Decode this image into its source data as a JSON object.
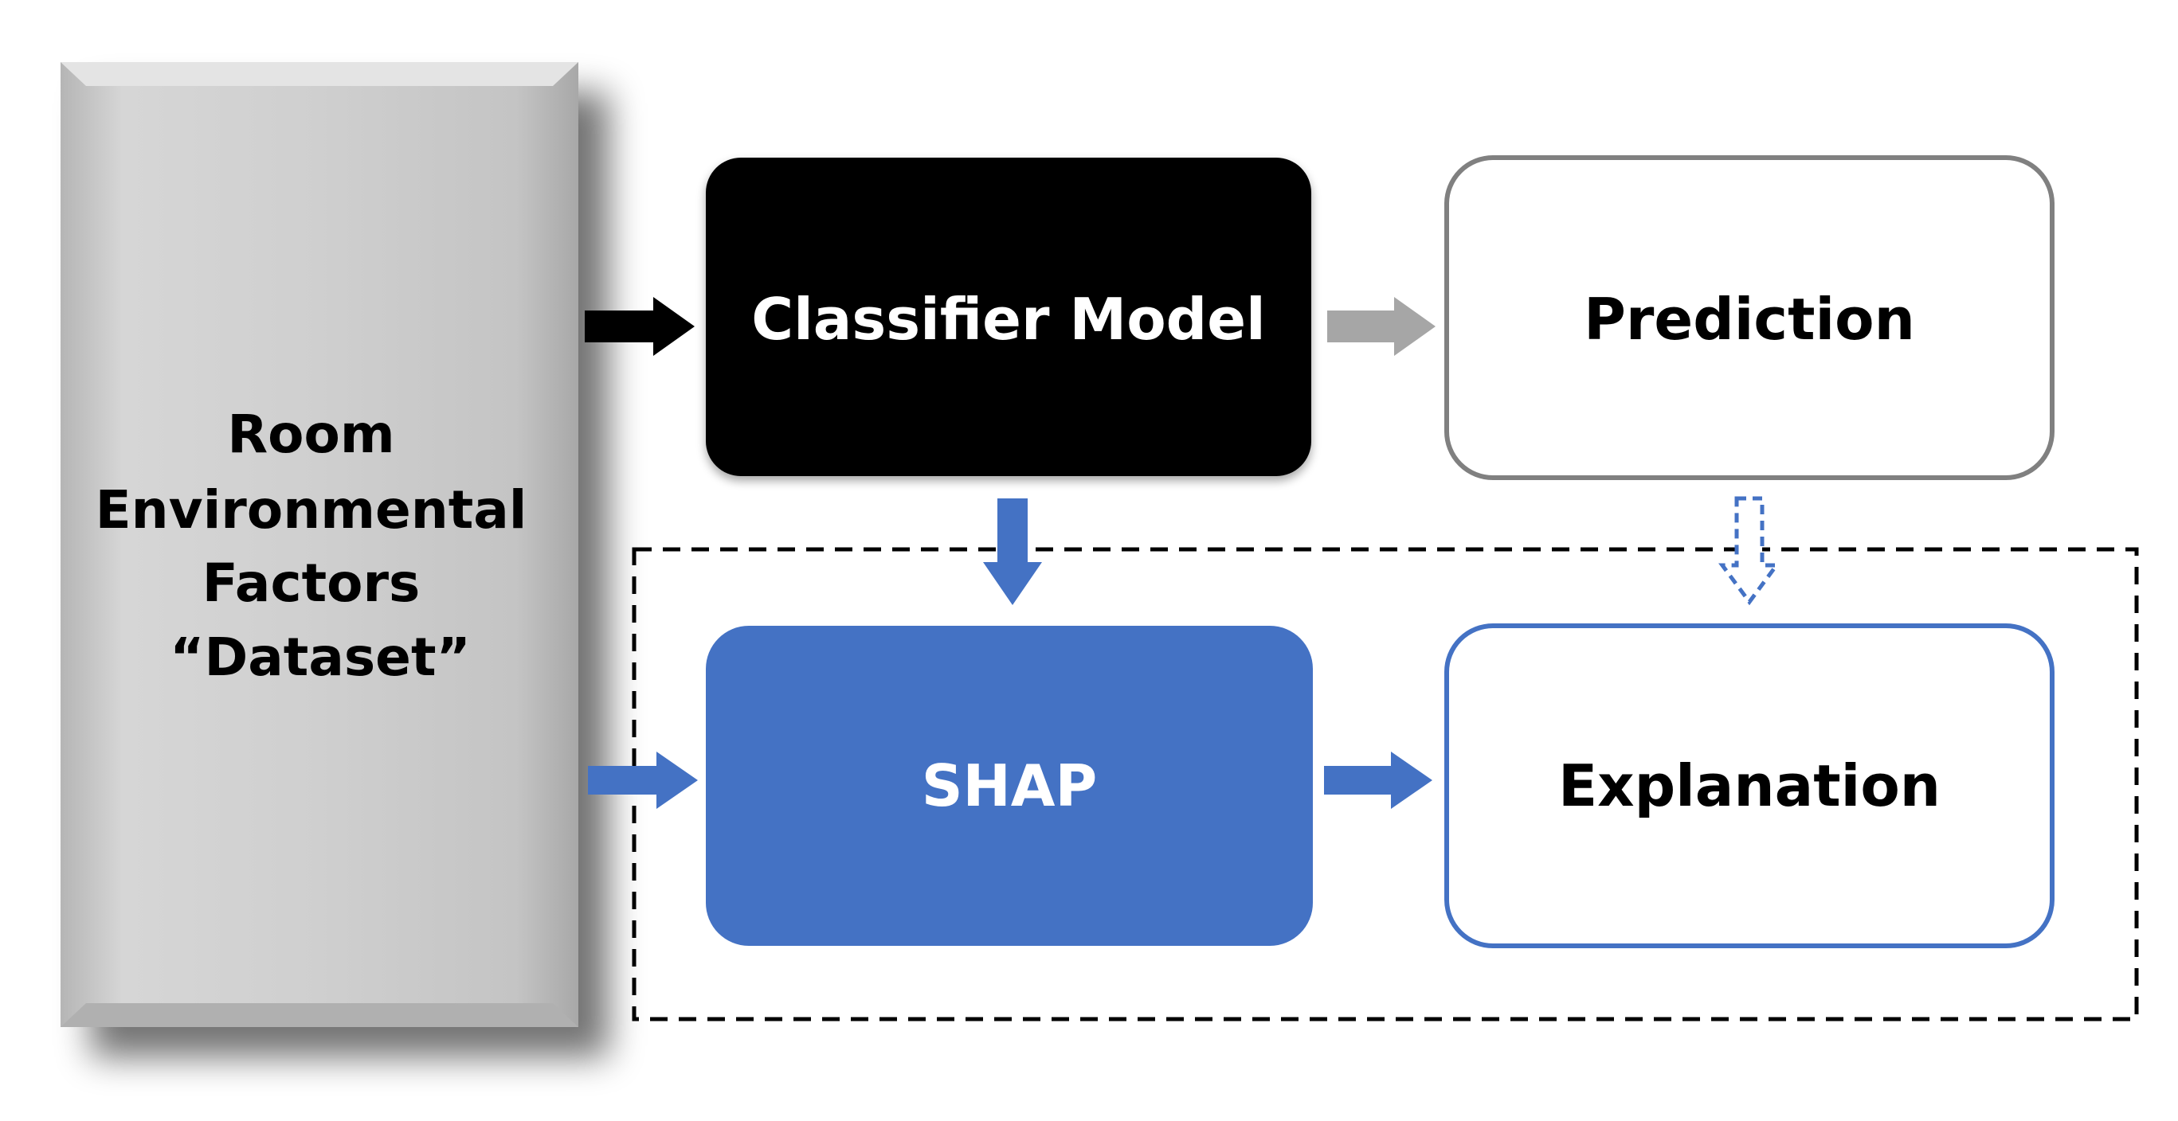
{
  "diagram": {
    "dataset_box": {
      "lines": [
        "Room",
        "Environmental",
        "Factors",
        "“Dataset”"
      ]
    },
    "classifier_box": {
      "label": "Classifier Model"
    },
    "prediction_box": {
      "label": "Prediction"
    },
    "shap_box": {
      "label": "SHAP"
    },
    "explanation_box": {
      "label": "Explanation"
    }
  },
  "colors": {
    "black_box": "#000000",
    "shap_blue": "#4472C4",
    "prediction_border": "#808080",
    "gray_arrow": "#A6A6A6",
    "dataset_gray": "#C8C8C8",
    "dashed_frame": "#000000"
  }
}
